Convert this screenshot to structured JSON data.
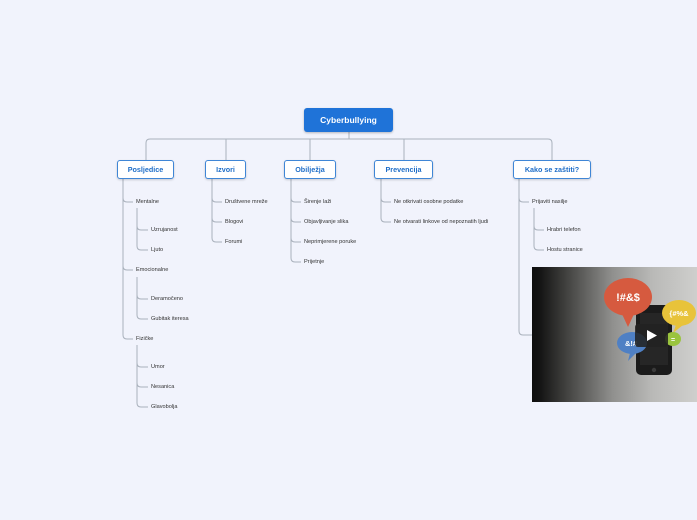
{
  "root": {
    "label": "Cyberbullying"
  },
  "branches": [
    {
      "label": "Posljedice",
      "children": [
        {
          "label": "Mentalne",
          "children": [
            "Uzrujanost",
            "Ljuto"
          ]
        },
        {
          "label": "Emocionalne",
          "children": [
            "Deramočeno",
            "Gubitak iteresa"
          ]
        },
        {
          "label": "Fizičke",
          "children": [
            "Umor",
            "Nesanica",
            "Glavobolja"
          ]
        }
      ]
    },
    {
      "label": "Izvori",
      "children": [
        {
          "label": "Društvene mreže"
        },
        {
          "label": "Blogovi"
        },
        {
          "label": "Forumi"
        }
      ]
    },
    {
      "label": "Obilježja",
      "children": [
        {
          "label": "Širenje laži"
        },
        {
          "label": "Objavljivanje slika"
        },
        {
          "label": "Neprimjerene poruke"
        },
        {
          "label": "Prijetnje"
        }
      ]
    },
    {
      "label": "Prevencija",
      "children": [
        {
          "label": "Ne otkrivati osobne podatke"
        },
        {
          "label": "Ne otvarati linkove od nepoznatih ljudi"
        }
      ]
    },
    {
      "label": "Kako se zaštiti?",
      "children": [
        {
          "label": "Prijaviti nasilje",
          "children": [
            "Hrabri telefon",
            "Hostu stranice"
          ]
        }
      ]
    }
  ],
  "video": {
    "bubble_texts": [
      "!#&$",
      "{#%&",
      "&!#",
      "="
    ],
    "colors": {
      "bubble_red": "#d65a3f",
      "bubble_yellow": "#e8c33a",
      "bubble_blue": "#4f80c4",
      "bubble_green": "#9ac43e"
    }
  },
  "colors": {
    "background": "#f1f3fc",
    "root_fill": "#1f73d8",
    "node_border": "#3f86d6",
    "line": "#a8b0bb"
  }
}
